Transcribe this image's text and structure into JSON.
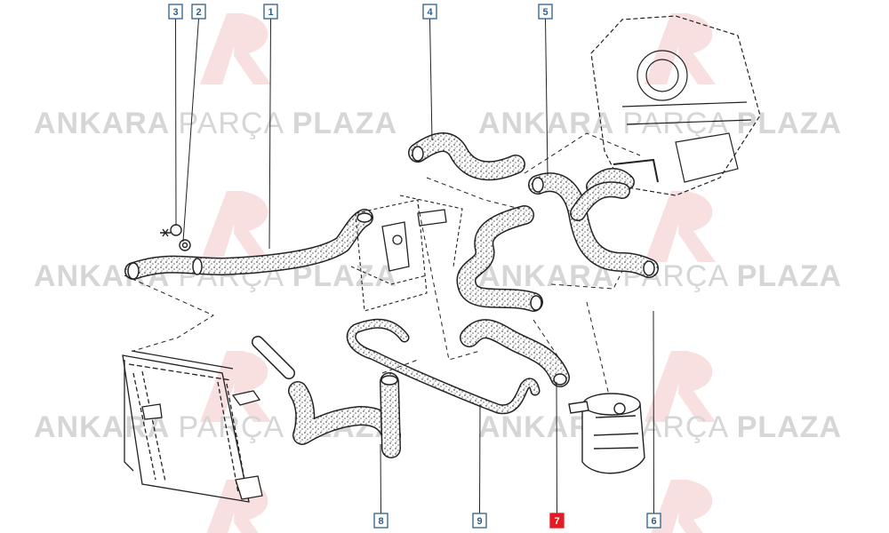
{
  "watermark": {
    "word1": "ANKARA",
    "word2": "PARÇA",
    "word3": "PLAZA",
    "logo_color": "#f5c6c6",
    "text_color": "#d6d6d6"
  },
  "callouts": [
    {
      "label": "1",
      "highlighted": false
    },
    {
      "label": "2",
      "highlighted": false
    },
    {
      "label": "3",
      "highlighted": false
    },
    {
      "label": "4",
      "highlighted": false
    },
    {
      "label": "5",
      "highlighted": false
    },
    {
      "label": "6",
      "highlighted": false
    },
    {
      "label": "7",
      "highlighted": true
    },
    {
      "label": "8",
      "highlighted": false
    },
    {
      "label": "9",
      "highlighted": false
    }
  ],
  "colors": {
    "callout_border": "#2c5f8a",
    "callout_text": "#2c5f8a",
    "highlight_fill": "#e31b23",
    "highlight_text": "#ffffff",
    "line": "#222222"
  }
}
